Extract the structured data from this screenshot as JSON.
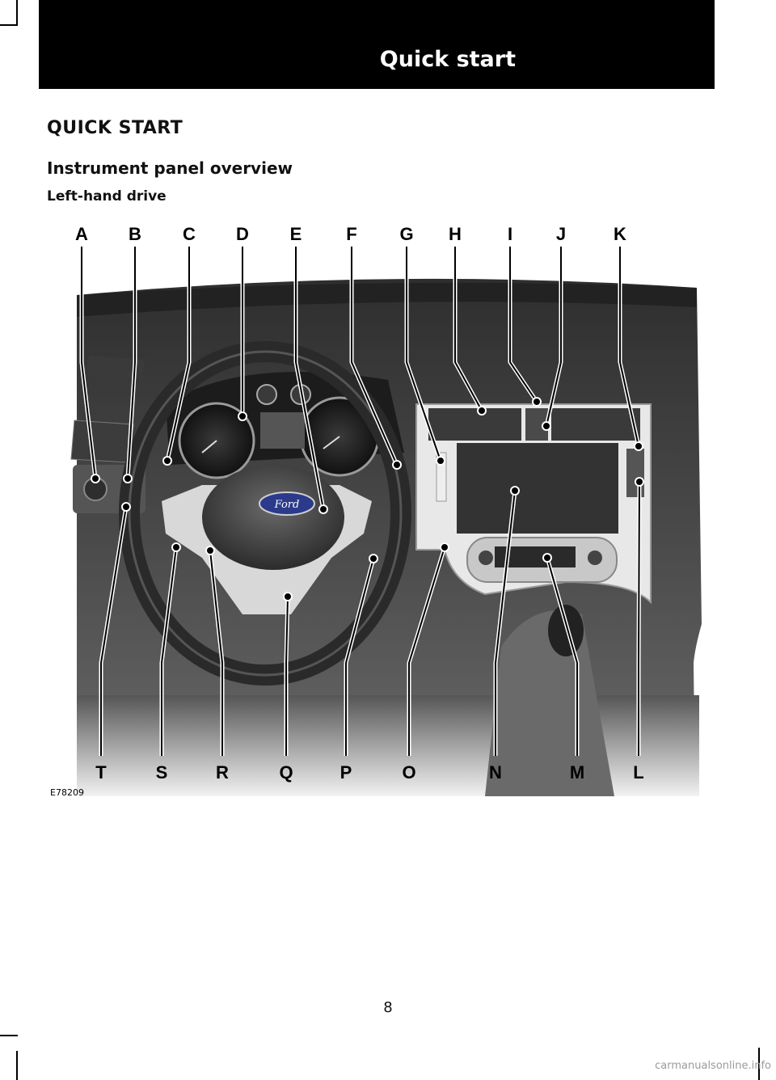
{
  "header": {
    "title": "Quick start"
  },
  "section": {
    "heading": "QUICK START",
    "subheading": "Instrument panel overview",
    "subsubheading": "Left-hand drive"
  },
  "figure": {
    "code": "E78209",
    "ford_logo_text": "Ford",
    "top_callouts": [
      "A",
      "B",
      "C",
      "D",
      "E",
      "F",
      "G",
      "H",
      "I",
      "J",
      "K"
    ],
    "bottom_callouts": [
      "T",
      "S",
      "R",
      "Q",
      "P",
      "O",
      "N",
      "M",
      "L"
    ]
  },
  "page_number": "8",
  "watermark": "carmanualsonline.info"
}
